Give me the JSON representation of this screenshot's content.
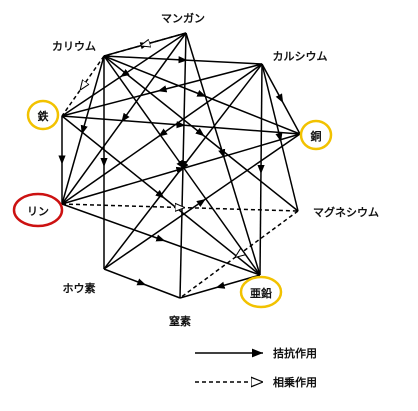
{
  "nodes": {
    "manganese": "マンガン",
    "potassium": "カリウム",
    "calcium": "カルシウム",
    "iron": "鉄",
    "copper": "銅",
    "phosphorus": "リン",
    "magnesium": "マグネシウム",
    "boron": "ホウ素",
    "zinc": "亜鉛",
    "nitrogen": "窒素"
  },
  "legend": {
    "antagonism": "拮抗作用",
    "synergy": "相乗作用"
  },
  "edges": {
    "antagonism": [
      [
        "potassium",
        "manganese"
      ],
      [
        "potassium",
        "calcium"
      ],
      [
        "potassium",
        "copper"
      ],
      [
        "potassium",
        "magnesium"
      ],
      [
        "potassium",
        "zinc"
      ],
      [
        "potassium",
        "boron"
      ],
      [
        "potassium",
        "phosphorus"
      ],
      [
        "manganese",
        "iron"
      ],
      [
        "manganese",
        "phosphorus"
      ],
      [
        "manganese",
        "nitrogen"
      ],
      [
        "manganese",
        "zinc"
      ],
      [
        "calcium",
        "iron"
      ],
      [
        "calcium",
        "phosphorus"
      ],
      [
        "calcium",
        "magnesium"
      ],
      [
        "calcium",
        "boron"
      ],
      [
        "calcium",
        "zinc"
      ],
      [
        "calcium",
        "copper"
      ],
      [
        "iron",
        "phosphorus"
      ],
      [
        "iron",
        "copper"
      ],
      [
        "iron",
        "zinc"
      ],
      [
        "phosphorus",
        "copper"
      ],
      [
        "phosphorus",
        "zinc"
      ],
      [
        "boron",
        "nitrogen"
      ],
      [
        "boron",
        "copper"
      ],
      [
        "zinc",
        "nitrogen"
      ]
    ],
    "synergy": [
      [
        "manganese",
        "potassium"
      ],
      [
        "potassium",
        "iron"
      ],
      [
        "phosphorus",
        "magnesium"
      ],
      [
        "magnesium",
        "nitrogen"
      ]
    ]
  },
  "highlight": {
    "gold": [
      "iron",
      "copper",
      "zinc"
    ],
    "red": [
      "phosphorus"
    ],
    "gold_color": "#f2c200",
    "red_color": "#cc1111",
    "line_color": "#000000"
  }
}
